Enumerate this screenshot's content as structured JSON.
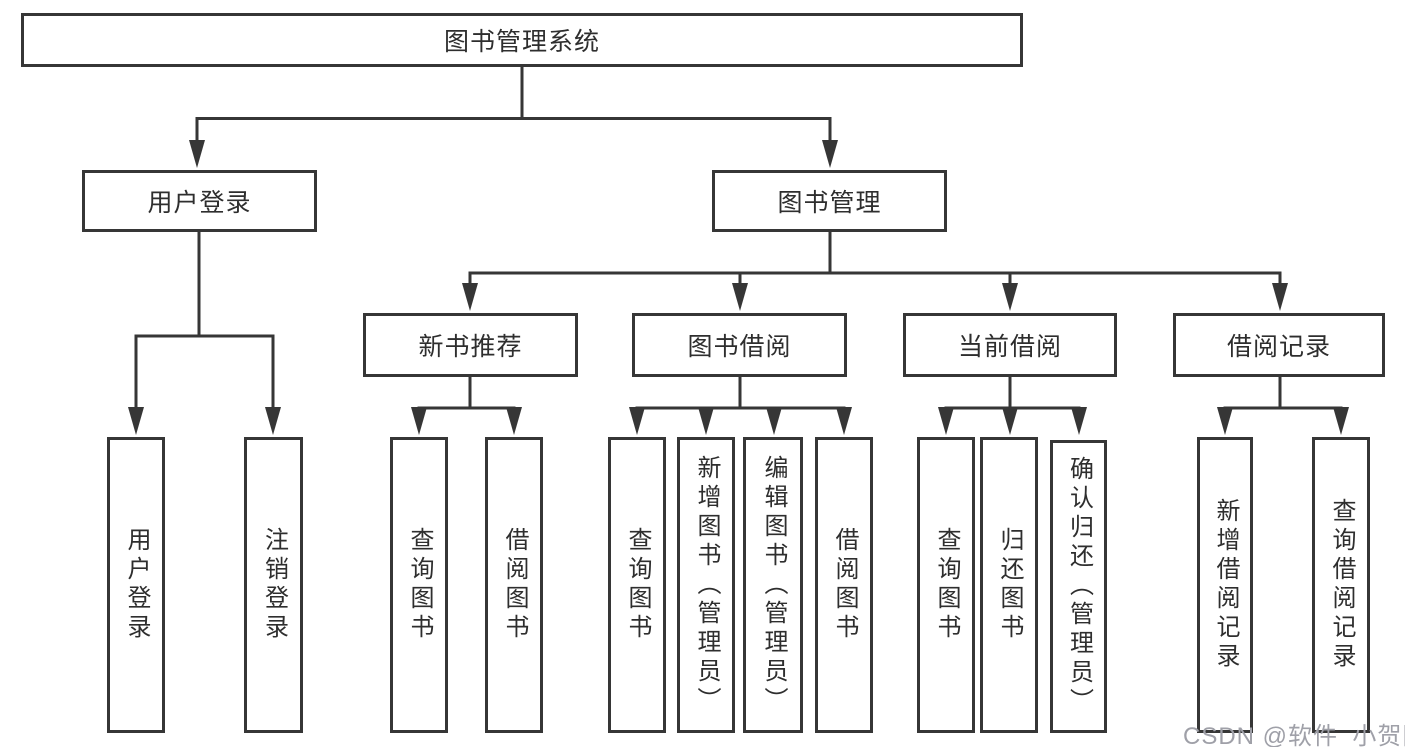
{
  "diagram_title": "图书管理系统",
  "tree": {
    "label": "图书管理系统",
    "children": [
      {
        "label": "用户登录",
        "children": [
          {
            "label": "用户登录"
          },
          {
            "label": "注销登录"
          }
        ]
      },
      {
        "label": "图书管理",
        "children": [
          {
            "label": "新书推荐",
            "children": [
              {
                "label": "查询图书"
              },
              {
                "label": "借阅图书"
              }
            ]
          },
          {
            "label": "图书借阅",
            "children": [
              {
                "label": "查询图书"
              },
              {
                "label": "新增图书（管理员）"
              },
              {
                "label": "编辑图书（管理员）"
              },
              {
                "label": "借阅图书"
              }
            ]
          },
          {
            "label": "当前借阅",
            "children": [
              {
                "label": "查询图书"
              },
              {
                "label": "归还图书"
              },
              {
                "label": "确认归还（管理员）"
              }
            ]
          },
          {
            "label": "借阅记录",
            "children": [
              {
                "label": "新增借阅记录"
              },
              {
                "label": "查询借阅记录"
              }
            ]
          }
        ]
      }
    ]
  },
  "watermark": "CSDN @软件_小贺同学",
  "colors": {
    "line": "#363636",
    "box_border": "#363636",
    "box_background": "#ffffff",
    "text": "#2e2e2e",
    "watermark": "#9fa0a8",
    "background": "#ffffff"
  }
}
